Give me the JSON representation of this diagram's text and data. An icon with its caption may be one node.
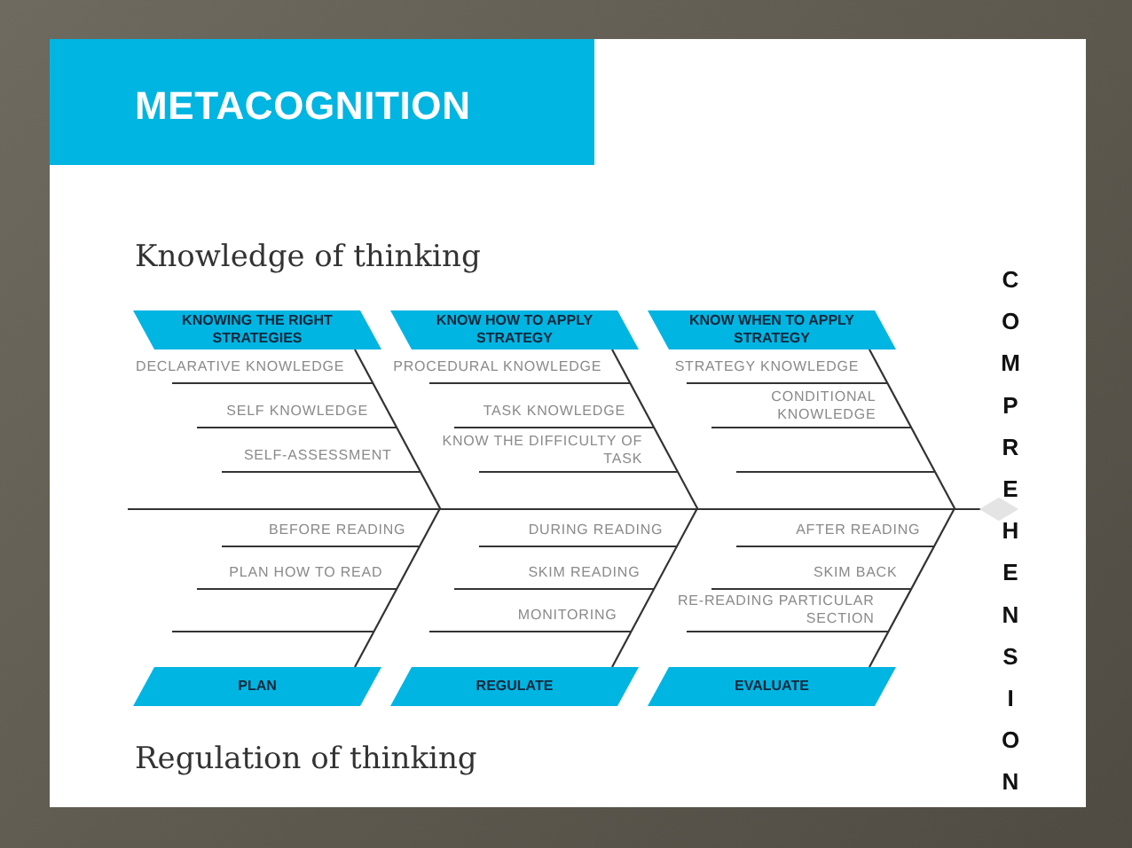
{
  "diagram": {
    "title": "METACOGNITION",
    "nodes": [
      {
        "text": [
          "KNOWING THE RIGHT STRATEGIES"
        ]
      },
      {
        "text": [
          "KNOW HOW TO APPLY STRATEGY"
        ]
      },
      {
        "text": [
          "KNOW WHEN TO APPLY STRATEGY"
        ]
      },
      {
        "text": [
          "PLAN"
        ]
      },
      {
        "text": [
          "REGULATE"
        ]
      },
      {
        "text": [
          "EVALUATE"
        ]
      },
      {
        "text": [
          "COMPREHENSION"
        ]
      }
    ],
    "edges": [
      {
        "from": 0,
        "to": 3,
        "arrow": "none"
      },
      {
        "from": 1,
        "to": 4,
        "arrow": "none"
      },
      {
        "from": 2,
        "to": 5,
        "arrow": "none"
      }
    ],
    "labels": [
      "Knowledge of thinking",
      "DECLARATIVE KNOWLEDGE",
      "PROCEDURAL KNOWLEDGE",
      "STRATEGY KNOWLEDGE",
      "SELF KNOWLEDGE",
      "TASK KNOWLEDGE",
      "CONDITIONAL KNOWLEDGE",
      "SELF-ASSESSMENT",
      "KNOW THE DIFFICULTY OF TASK",
      "BEFORE READING",
      "DURING READING",
      "AFTER READING",
      "PLAN HOW TO READ",
      "SKIM READING",
      "SKIM BACK",
      "MONITORING",
      "RE-READING PARTICULAR SECTION",
      "Regulation of thinking"
    ]
  }
}
